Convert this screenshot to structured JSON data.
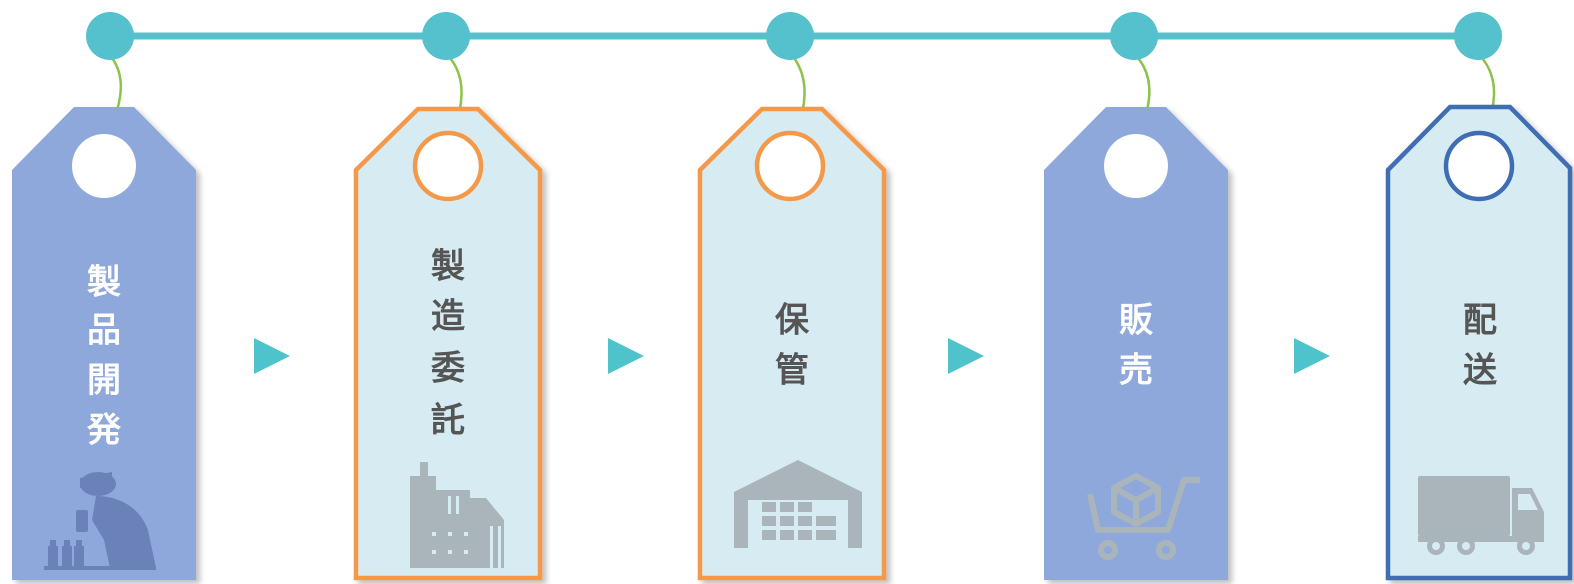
{
  "colors": {
    "line": "#55c1cc",
    "string": "#8bc34a",
    "arrow": "#4fc3cb",
    "tag_blue": "#8ea8dc",
    "tag_light": "#d7ecf2",
    "border_orange": "#f4994a",
    "border_blue": "#3f6db3",
    "text_dark": "#555555",
    "text_white": "#ffffff",
    "icon_gray": "#aab5bb",
    "icon_silhouette": "#6b82b8"
  },
  "steps": [
    {
      "label": "製品開発",
      "chars": [
        "製",
        "品",
        "開",
        "発"
      ],
      "style": "filled",
      "icon": "researcher-icon"
    },
    {
      "label": "製造委託",
      "chars": [
        "製",
        "造",
        "委",
        "託"
      ],
      "style": "outlined-orange",
      "icon": "factory-icon"
    },
    {
      "label": "保管",
      "chars": [
        "保",
        "管"
      ],
      "style": "outlined-orange",
      "icon": "warehouse-icon"
    },
    {
      "label": "販売",
      "chars": [
        "販",
        "売"
      ],
      "style": "filled",
      "icon": "shopping-cart-icon"
    },
    {
      "label": "配送",
      "chars": [
        "配",
        "送"
      ],
      "style": "outlined-blue",
      "icon": "truck-icon"
    }
  ]
}
